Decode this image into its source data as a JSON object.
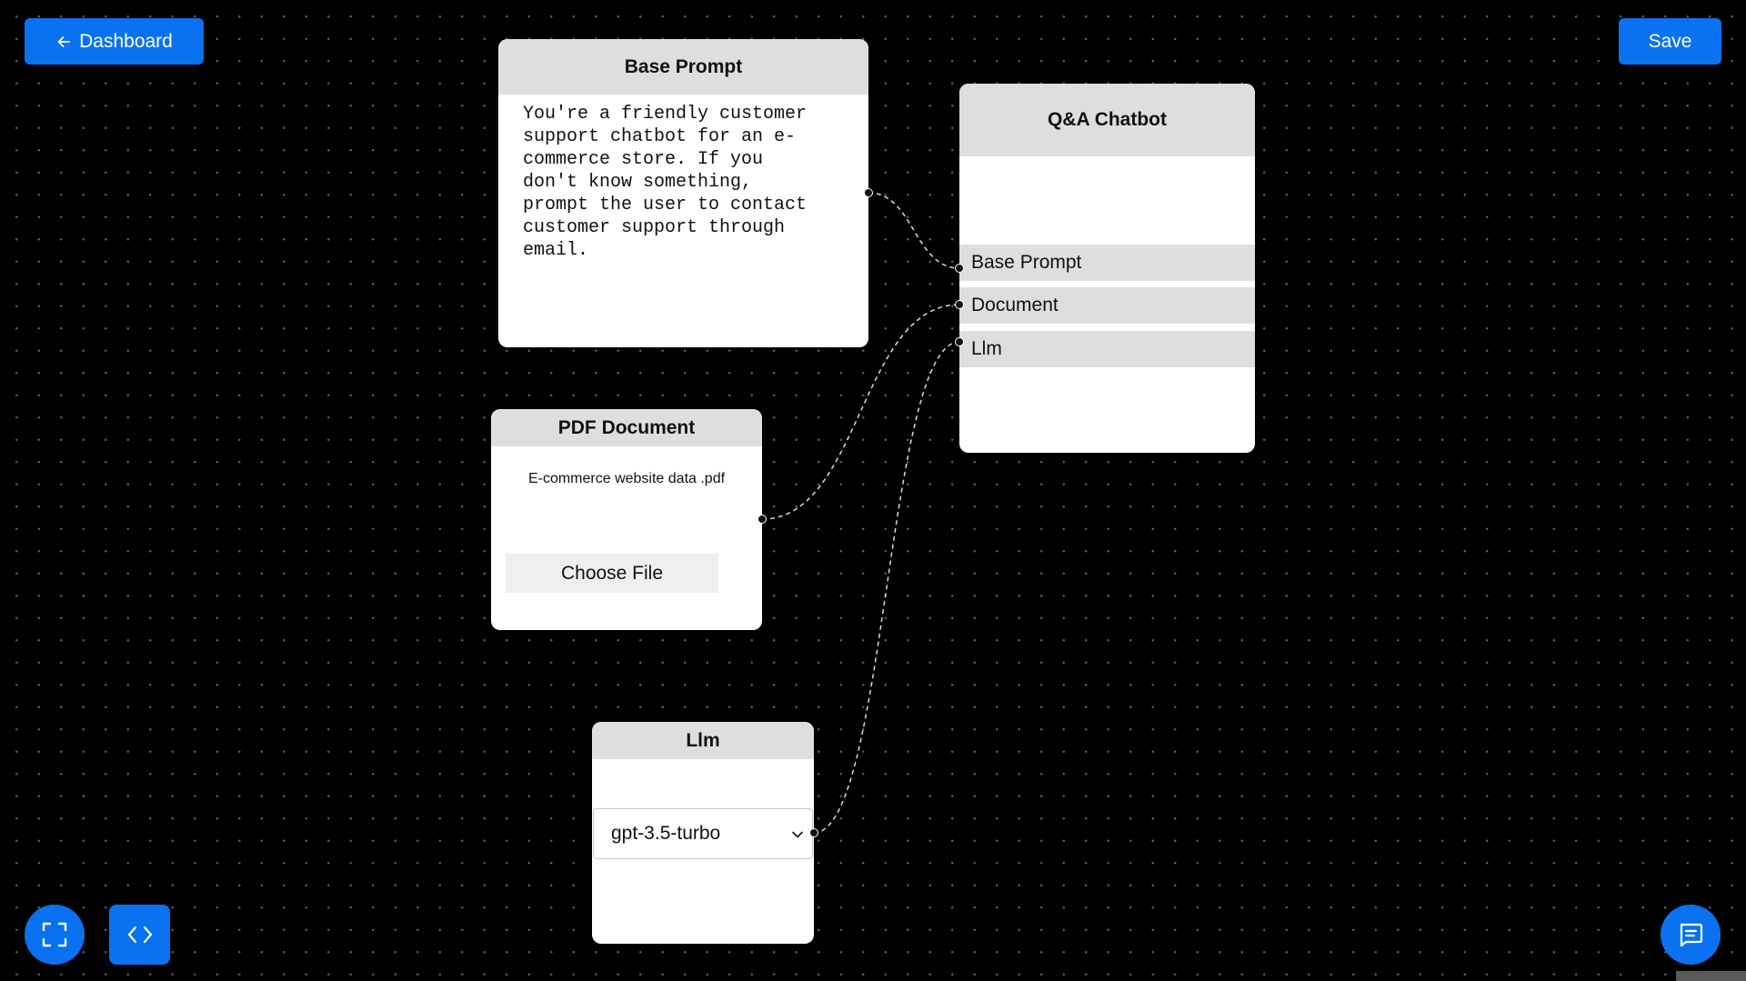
{
  "toolbar": {
    "dashboard_label": "Dashboard",
    "save_label": "Save"
  },
  "nodes": {
    "base_prompt": {
      "title": "Base Prompt",
      "text": "You're a friendly customer\nsupport chatbot for an e-\ncommerce store. If you\ndon't know something,\nprompt the user to contact\ncustomer support through\nemail."
    },
    "qa_chatbot": {
      "title": "Q&A Chatbot",
      "inputs": [
        "Base Prompt",
        "Document",
        "Llm"
      ]
    },
    "pdf_document": {
      "title": "PDF Document",
      "filename": "E-commerce website data .pdf",
      "choose_file_label": "Choose File"
    },
    "llm": {
      "title": "Llm",
      "selected_model": "gpt-3.5-turbo"
    }
  },
  "icons": {
    "back": "arrow-left-icon",
    "fullscreen": "fullscreen-icon",
    "code": "code-icon",
    "chat": "chat-icon",
    "select": "chevron-down-icon"
  },
  "colors": {
    "accent": "#0a72f0",
    "canvas": "#000000",
    "node_header": "#dedede",
    "edge": "#d9d9d9"
  }
}
